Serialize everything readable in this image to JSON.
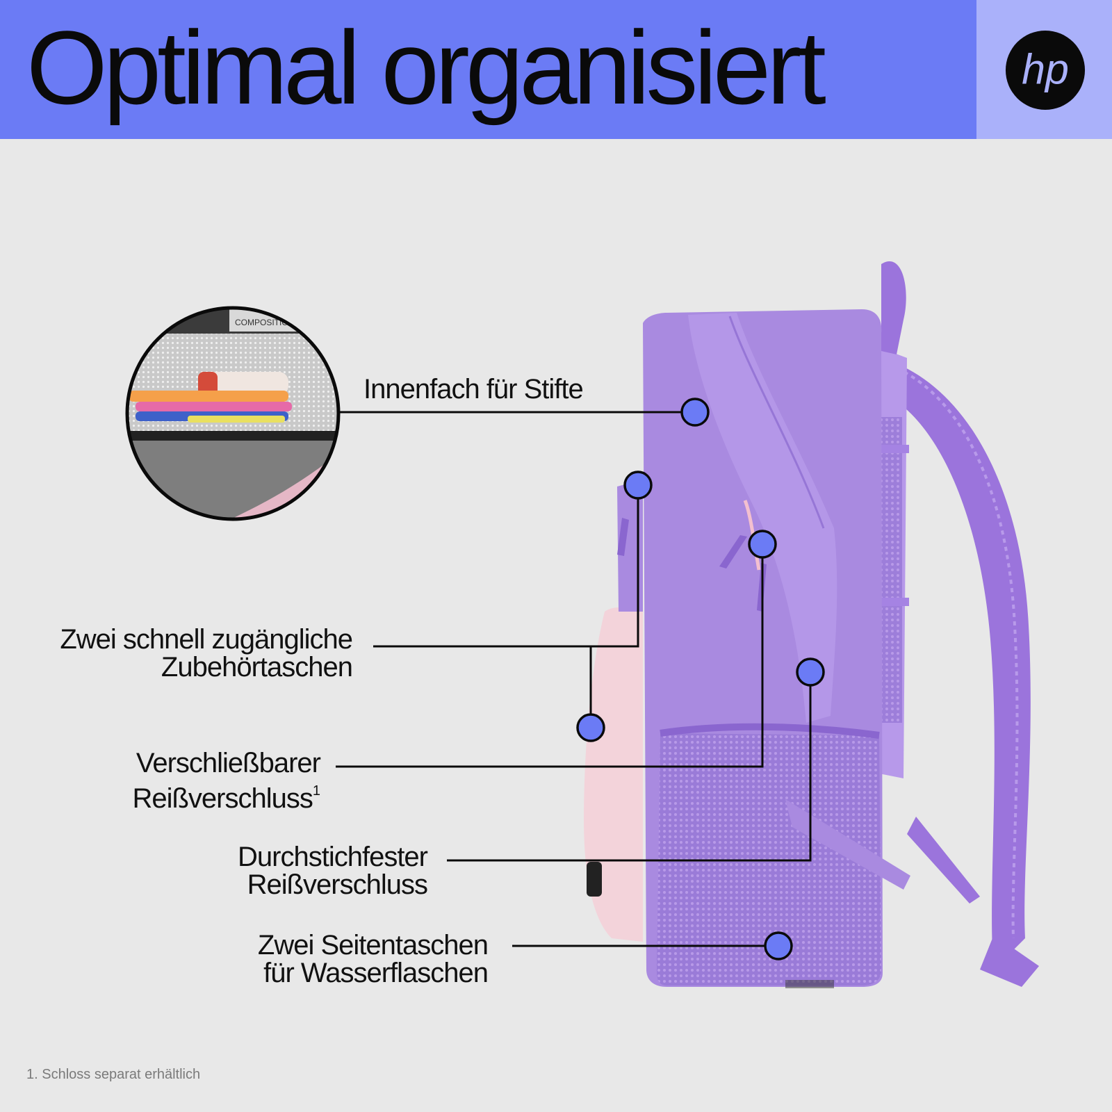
{
  "header": {
    "title": "Optimal organisiert",
    "background_color": "#6b7bf5",
    "logo_panel_color": "#aab1fa",
    "logo": {
      "icon": "hp-logo-icon",
      "text": "hp"
    }
  },
  "callouts": {
    "marker_color": "#6b7bf5",
    "inner_pen_compartment": "Innenfach für Stifte",
    "accessory_pockets": {
      "line1": "Zwei schnell zugängliche",
      "line2": "Zubehörtaschen"
    },
    "lockable_zipper": {
      "line1": "Verschließbarer",
      "line2": "Reißverschluss",
      "footnote_ref": "1"
    },
    "puncture_resistant_zipper": {
      "line1": "Durchstichfester",
      "line2": "Reißverschluss"
    },
    "side_pockets": {
      "line1": "Zwei Seitentaschen",
      "line2": "für Wasserflaschen"
    }
  },
  "inset_photo": {
    "subject": "pen-compartment-closeup",
    "printed_text": "COMPOSITION BO"
  },
  "product": {
    "subject": "backpack-side-view",
    "main_color": "#a98ae0",
    "accent_color": "#f3d3da"
  },
  "footnote": "1. Schloss separat erhältlich"
}
